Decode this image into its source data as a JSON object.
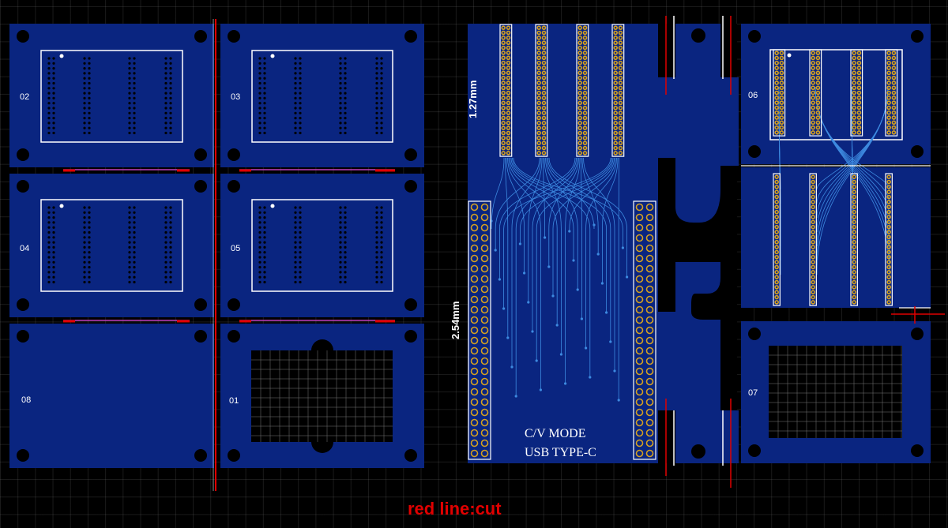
{
  "boards": {
    "b02": "02",
    "b03": "03",
    "b04": "04",
    "b05": "05",
    "b08": "08",
    "b01": "01",
    "b06": "06",
    "b07": "07"
  },
  "labels": {
    "pitch_fine": "1.27mm",
    "pitch_std": "2.54mm",
    "mode_line1": "C/V MODE",
    "mode_line2": "USB TYPE-C",
    "caption": "red line:cut"
  },
  "colors": {
    "board": "#0a2580",
    "board_inner": "#0d2a8c",
    "outline": "#ffffff",
    "cut": "#e00000",
    "trace": "#3d8ae0",
    "pad": "#d4a020"
  }
}
